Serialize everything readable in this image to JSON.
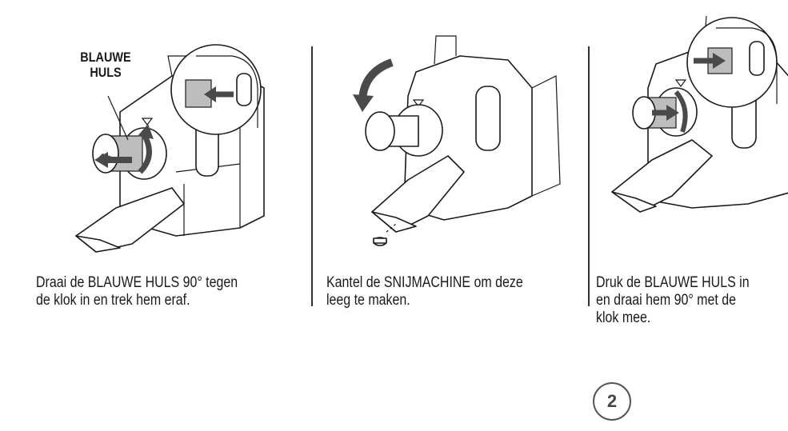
{
  "steps": [
    {
      "callout": "BLAUWE\nHULS",
      "caption": "Draai de BLAUWE HULS 90° tegen\nde klok in en trek hem eraf."
    },
    {
      "caption": "Kantel de SNIJMACHINE om deze\nleeg te maken."
    },
    {
      "caption": "Druk de BLAUWE HULS in\nen draai hem 90° met de\nklok mee."
    }
  ],
  "page_number": "2"
}
